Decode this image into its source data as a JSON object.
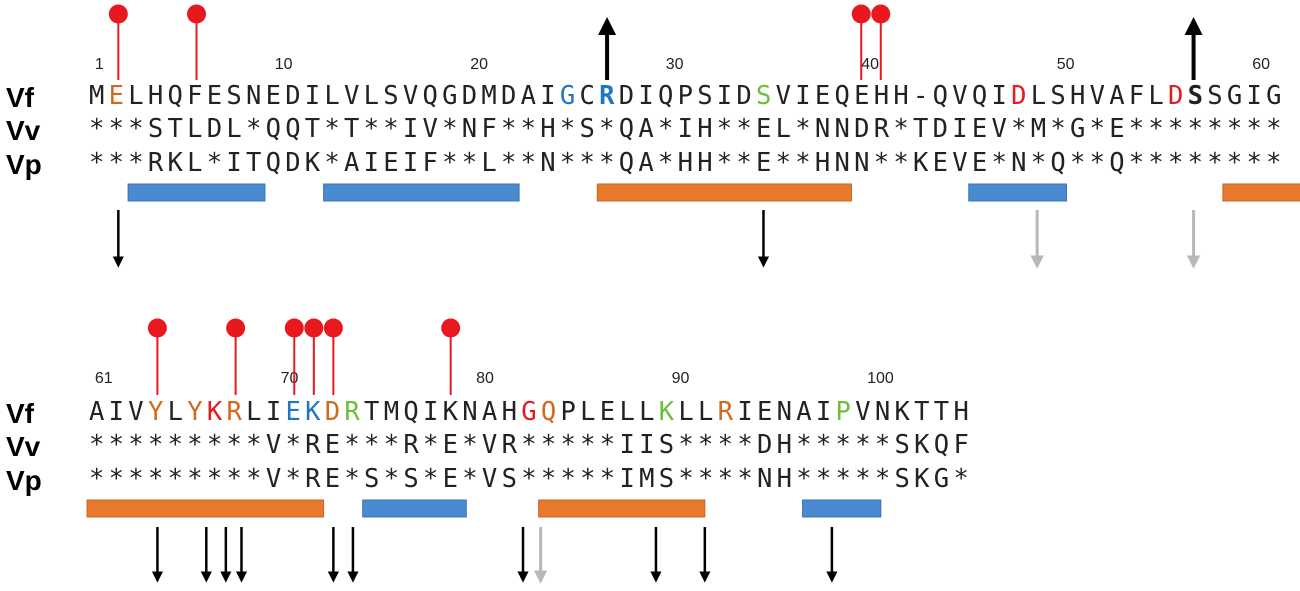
{
  "colors": {
    "red": "#e8191e",
    "orange": "#d2691e",
    "blue": "#1f77c4",
    "green": "#6dbf3a",
    "helix": "#e87a2e",
    "strand": "#4a8ad0",
    "arrow_black": "#000000",
    "arrow_gray": "#b8b8b8",
    "text": "#222222"
  },
  "blocks": [
    {
      "start": 1,
      "numbers": [
        "1",
        "10",
        "20",
        "30",
        "40",
        "50",
        "60"
      ],
      "rows": [
        {
          "label": "Vf",
          "seq": "MELHQFESNEDILVLSVQGDMDAIGCRDIQPSIDSVIEQEHH-QVQIDLSHVAFLDSSGIG"
        },
        {
          "label": "Vv",
          "seq": "***STLDL*QQT*T**IV*NF**H*S*QA*IH**EL*NNDR*TDIEV*M*G*E********"
        },
        {
          "label": "Vp",
          "seq": "***RKL*ITQDK*AIEIF**L**N***QA*HH**E**HNN**KEVE*N*Q**Q********"
        }
      ],
      "colored": [
        {
          "col": 1,
          "color": "orange"
        },
        {
          "col": 24,
          "color": "blue"
        },
        {
          "col": 26,
          "color": "blue",
          "bold": true
        },
        {
          "col": 34,
          "color": "green"
        },
        {
          "col": 47,
          "color": "red"
        },
        {
          "col": 55,
          "color": "red"
        },
        {
          "col": 56,
          "bold": true
        }
      ],
      "pins": [
        1,
        5,
        39,
        40
      ],
      "up_arrows": [
        26,
        56
      ],
      "bars": [
        {
          "from": 2,
          "to": 8,
          "type": "strand"
        },
        {
          "from": 12,
          "to": 21,
          "type": "strand"
        },
        {
          "from": 26,
          "to": 38,
          "type": "helix"
        },
        {
          "from": 45,
          "to": 49,
          "type": "strand"
        },
        {
          "from": 58,
          "to": 61,
          "type": "helix"
        }
      ],
      "down_arrows": [
        {
          "col": 1,
          "gray": false
        },
        {
          "col": 34,
          "gray": false
        },
        {
          "col": 48,
          "gray": true
        },
        {
          "col": 56,
          "gray": true
        }
      ]
    },
    {
      "start": 61,
      "numbers": [
        "61",
        "70",
        "80",
        "90",
        "100"
      ],
      "rows": [
        {
          "label": "Vf",
          "seq": "AIVYLYKRLIEKDRTMQIKNAHGQPLELLKLLRIENAIPVNKTTH"
        },
        {
          "label": "Vv",
          "seq": "*********V*RE***R*E*VR*****IIS****DH*****SKQF"
        },
        {
          "label": "Vp",
          "seq": "*********V*RE*S*S*E*VS*****IMS****NH*****SKG*"
        }
      ],
      "colored": [
        {
          "col": 3,
          "color": "orange"
        },
        {
          "col": 5,
          "color": "orange"
        },
        {
          "col": 6,
          "color": "red"
        },
        {
          "col": 7,
          "color": "orange"
        },
        {
          "col": 10,
          "color": "blue"
        },
        {
          "col": 11,
          "color": "blue"
        },
        {
          "col": 12,
          "color": "orange"
        },
        {
          "col": 13,
          "color": "green"
        },
        {
          "col": 22,
          "color": "red"
        },
        {
          "col": 23,
          "color": "orange"
        },
        {
          "col": 29,
          "color": "green"
        },
        {
          "col": 32,
          "color": "orange"
        },
        {
          "col": 38,
          "color": "green"
        }
      ],
      "pins": [
        3,
        7,
        10,
        11,
        12,
        18
      ],
      "up_arrows": [],
      "bars": [
        {
          "from": -0.1,
          "to": 11,
          "type": "helix"
        },
        {
          "from": 14,
          "to": 18.3,
          "type": "strand"
        },
        {
          "from": 23,
          "to": 30.5,
          "type": "helix"
        },
        {
          "from": 36.5,
          "to": 39.5,
          "type": "strand"
        }
      ],
      "down_arrows": [
        {
          "col": 3,
          "gray": false
        },
        {
          "col": 5.5,
          "gray": false
        },
        {
          "col": 6.5,
          "gray": false
        },
        {
          "col": 7.3,
          "gray": false
        },
        {
          "col": 12,
          "gray": false
        },
        {
          "col": 13,
          "gray": false
        },
        {
          "col": 21.7,
          "gray": false
        },
        {
          "col": 22.6,
          "gray": true
        },
        {
          "col": 28.5,
          "gray": false
        },
        {
          "col": 31,
          "gray": false
        },
        {
          "col": 37.5,
          "gray": false
        }
      ]
    }
  ]
}
